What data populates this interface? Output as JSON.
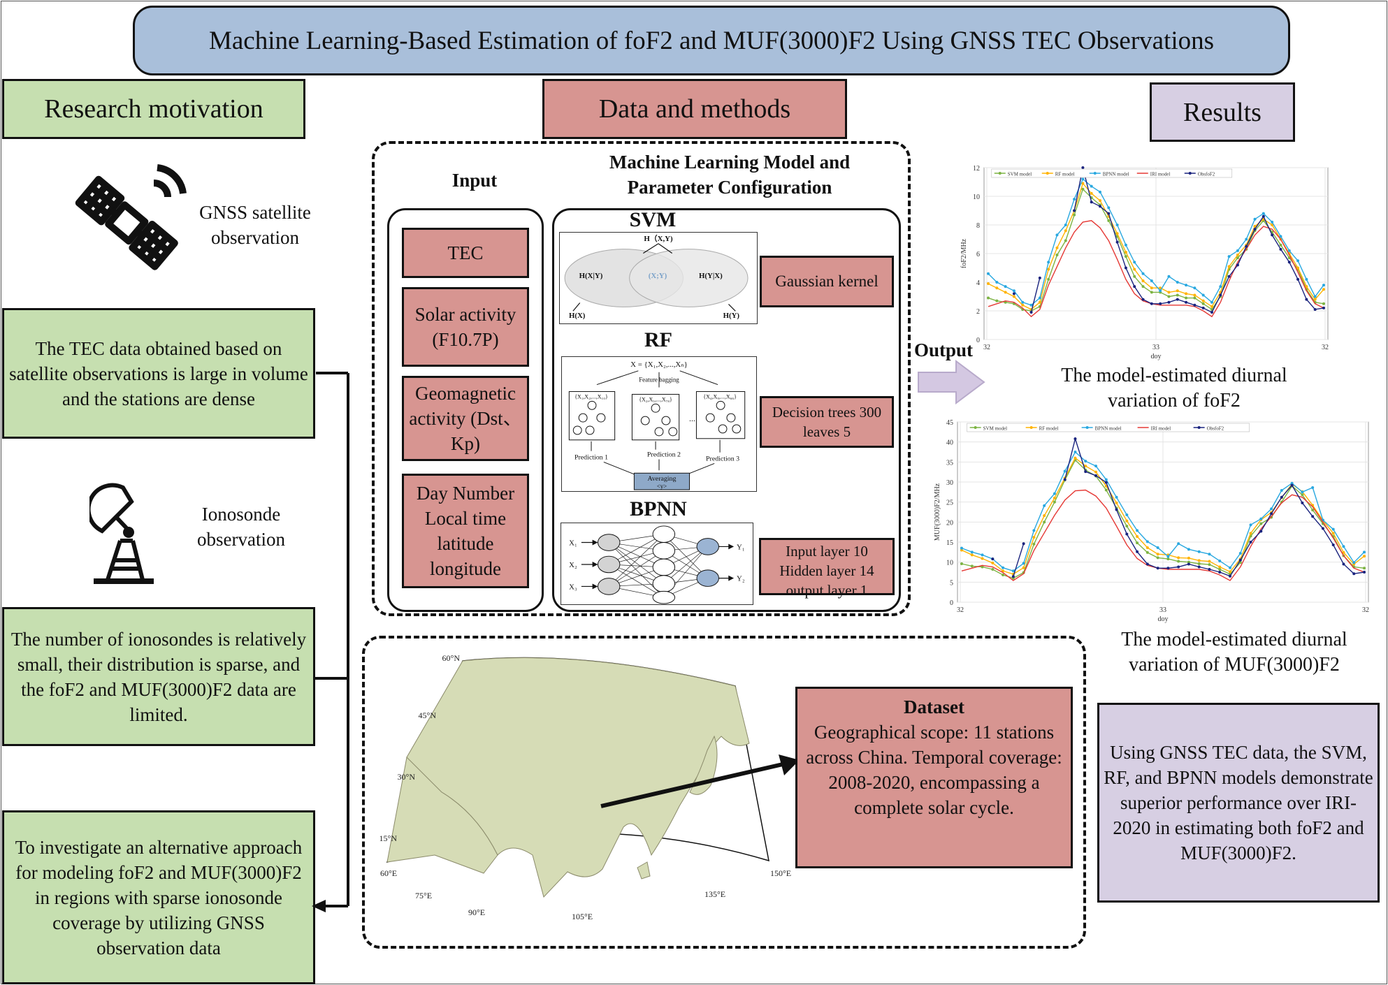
{
  "title": "Machine Learning-Based Estimation of foF2 and MUF(3000)F2 Using GNSS TEC Observations",
  "sections": {
    "motivation": "Research motivation",
    "methods": "Data and methods",
    "results": "Results"
  },
  "motivation": {
    "gnss_label": "GNSS satellite observation",
    "ionosonde_label": "Ionosonde observation",
    "box1": "The TEC data obtained based on satellite observations is large in volume and the stations are dense",
    "box2": "The number of ionosondes is relatively small, their distribution is sparse, and the foF2 and MUF(3000)F2 data are limited.",
    "box3": "To investigate an alternative approach for modeling foF2 and MUF(3000)F2 in regions with sparse ionosonde coverage by utilizing GNSS observation data"
  },
  "methods": {
    "input_title": "Input",
    "model_title": "Machine Learning Model and Parameter Configuration",
    "inputs": [
      "TEC",
      "Solar activity (F10.7P)",
      "Geomagnetic activity (Dst、Kp)",
      "Day Number Local time latitude longitude"
    ],
    "svm": {
      "name": "SVM",
      "param": "Gaussian kernel",
      "labels": [
        "H（X,Y)",
        "H(X|Y)",
        "(X;Y)",
        "H(Y|X)",
        "H(X)",
        "H(Y)"
      ]
    },
    "rf": {
      "name": "RF",
      "param": "Decision trees 300 leaves 5",
      "set_label": "X = {X₁,X₂,...,Xₙ}",
      "bagging": "Feature bagging",
      "subsets": [
        "{X₁,X₂,...,X₁₀}",
        "{X₂,X₅,...,X₇₈}",
        "{X₄,X₉,...,X₆₆}"
      ],
      "ellipsis": "...",
      "predictions": [
        "Prediction 1",
        "Prediction 2",
        "Prediction 3"
      ],
      "averaging": "Averaging",
      "avg_sub": "<y>"
    },
    "bpnn": {
      "name": "BPNN",
      "param_lines": [
        "Input layer 10",
        "Hidden layer  14",
        "output layer  1"
      ],
      "inputs": [
        "X₁",
        "X₂",
        "X₃"
      ],
      "outputs": [
        "Y₁",
        "Y₂"
      ]
    },
    "output_label": "Output",
    "dataset": {
      "title": "Dataset",
      "text": "Geographical scope: 11 stations across China. Temporal coverage: 2008-2020, encompassing a complete solar cycle."
    },
    "map": {
      "lat_labels": [
        "60°N",
        "45°N",
        "30°N",
        "15°N"
      ],
      "lon_labels": [
        "60°E",
        "75°E",
        "90°E",
        "105°E",
        "135°E",
        "150°E"
      ]
    }
  },
  "results": {
    "fof2_caption": "The model-estimated diurnal variation of foF2",
    "muf_caption": "The model-estimated diurnal variation of MUF(3000)F2",
    "conclusion": "Using GNSS TEC data, the SVM, RF, and BPNN models demonstrate superior performance over IRI-2020 in estimating both foF2 and MUF(3000)F2."
  },
  "colors": {
    "title_bg": "#a9bfda",
    "green": "#c6dfb0",
    "red": "#d79591",
    "purple": "#d7cfe3",
    "arrow": "#d4c8e2"
  },
  "chart_data": [
    {
      "type": "line",
      "ylabel": "foF2/MHz",
      "xlabel": "doy",
      "ylim": [
        0,
        12
      ],
      "yticks": [
        "0",
        "2",
        "4",
        "6",
        "8",
        "10",
        "12"
      ],
      "xtick_labels": [
        "32",
        "33",
        "32"
      ],
      "legend": "top",
      "series": [
        {
          "name": "SVM model",
          "color": "#7cb342",
          "values": [
            2.9,
            2.7,
            2.6,
            2.5,
            2.1,
            2.0,
            2.3,
            4.2,
            5.9,
            6.9,
            8.7,
            10.5,
            9.9,
            9.4,
            8.3,
            7.2,
            5.8,
            4.4,
            3.7,
            3.3,
            3.3,
            3.0,
            3.1,
            2.9,
            2.9,
            2.5,
            2.1,
            3.0,
            4.9,
            5.7,
            6.3,
            7.6,
            8.3,
            7.5,
            6.6,
            5.7,
            4.9,
            3.5,
            2.6,
            2.5
          ]
        },
        {
          "name": "RF model",
          "color": "#ffb300",
          "values": [
            3.9,
            3.6,
            3.3,
            3.0,
            2.4,
            2.1,
            2.6,
            4.9,
            6.4,
            7.6,
            9.0,
            10.9,
            10.2,
            9.7,
            8.6,
            7.4,
            6.1,
            4.9,
            4.1,
            3.6,
            3.6,
            3.3,
            3.4,
            3.2,
            3.1,
            2.7,
            2.3,
            3.3,
            5.1,
            5.9,
            6.6,
            7.9,
            8.4,
            8.0,
            7.0,
            6.0,
            5.0,
            3.7,
            2.8,
            3.5
          ]
        },
        {
          "name": "BPNN model",
          "color": "#29a8e0",
          "values": [
            4.6,
            4.0,
            3.7,
            3.4,
            2.6,
            2.4,
            2.9,
            5.4,
            7.3,
            8.0,
            9.8,
            11.2,
            10.7,
            10.3,
            9.2,
            8.0,
            6.6,
            5.4,
            4.6,
            4.1,
            3.4,
            4.4,
            4.0,
            3.8,
            3.6,
            3.1,
            2.6,
            3.7,
            5.8,
            6.2,
            7.0,
            8.4,
            8.8,
            8.2,
            7.2,
            6.2,
            5.5,
            4.2,
            3.0,
            3.8
          ]
        },
        {
          "name": "IRI model",
          "color": "#e53935",
          "values": [
            2.3,
            2.5,
            2.7,
            2.6,
            2.2,
            1.6,
            2.1,
            3.8,
            5.1,
            6.4,
            7.5,
            8.2,
            8.3,
            7.8,
            6.9,
            5.6,
            4.2,
            3.2,
            2.7,
            2.5,
            2.4,
            2.4,
            2.4,
            2.4,
            2.3,
            2.0,
            1.6,
            2.6,
            4.1,
            5.4,
            6.3,
            7.3,
            7.9,
            7.7,
            7.0,
            5.9,
            4.7,
            3.4,
            2.5,
            2.2
          ]
        },
        {
          "name": "ObsfoF2",
          "color": "#1a237e",
          "values": [
            null,
            null,
            null,
            3.2,
            null,
            1.9,
            4.3,
            null,
            null,
            null,
            9.0,
            12.0,
            9.6,
            9.3,
            8.8,
            6.8,
            5.0,
            3.7,
            2.8,
            2.5,
            2.5,
            2.6,
            2.8,
            2.6,
            2.4,
            2.2,
            1.9,
            3.1,
            4.4,
            5.2,
            6.5,
            7.7,
            8.6,
            7.3,
            6.3,
            5.4,
            4.2,
            2.8,
            2.1,
            2.2
          ]
        }
      ]
    },
    {
      "type": "line",
      "ylabel": "MUF(3000)F2/MHz",
      "xlabel": "doy",
      "ylim": [
        0,
        45
      ],
      "yticks": [
        "0",
        "5",
        "10",
        "15",
        "20",
        "25",
        "30",
        "35",
        "40",
        "45"
      ],
      "xtick_labels": [
        "32",
        "33",
        "32"
      ],
      "legend": "top",
      "series": [
        {
          "name": "SVM model",
          "color": "#7cb342",
          "values": [
            9.6,
            9.0,
            8.8,
            8.2,
            6.8,
            6.0,
            7.4,
            14.5,
            20.0,
            25.0,
            30.5,
            35.5,
            33.0,
            31.5,
            28.0,
            23.5,
            19.0,
            14.8,
            12.4,
            11.1,
            10.8,
            10.2,
            10.0,
            9.6,
            9.4,
            8.2,
            7.0,
            9.9,
            16.5,
            19.6,
            21.2,
            25.0,
            29.0,
            26.8,
            23.0,
            19.6,
            16.4,
            11.6,
            8.8,
            8.5
          ]
        },
        {
          "name": "RF model",
          "color": "#ffb300",
          "values": [
            13.0,
            11.8,
            10.9,
            9.8,
            7.8,
            7.0,
            8.6,
            16.2,
            21.6,
            26.0,
            31.0,
            36.0,
            34.0,
            32.5,
            29.0,
            24.8,
            20.3,
            16.4,
            13.6,
            12.0,
            11.8,
            11.1,
            11.0,
            10.4,
            10.2,
            8.8,
            7.6,
            10.8,
            17.2,
            20.6,
            22.4,
            26.1,
            29.5,
            27.6,
            24.2,
            20.4,
            17.2,
            12.4,
            9.5,
            11.5
          ]
        },
        {
          "name": "BPNN model",
          "color": "#29a8e0",
          "values": [
            13.5,
            12.5,
            11.8,
            10.8,
            8.6,
            7.8,
            9.7,
            17.9,
            24.1,
            27.1,
            32.7,
            37.5,
            35.2,
            34.0,
            30.6,
            26.2,
            21.8,
            17.9,
            15.1,
            13.6,
            11.4,
            14.6,
            13.2,
            12.6,
            12.0,
            10.3,
            8.6,
            12.2,
            19.3,
            20.8,
            23.3,
            27.9,
            29.7,
            27.5,
            28.6,
            20.5,
            18.2,
            13.9,
            9.9,
            12.5
          ]
        },
        {
          "name": "IRI model",
          "color": "#e53935",
          "values": [
            7.8,
            8.5,
            9.2,
            8.8,
            7.4,
            5.4,
            7.1,
            12.9,
            17.3,
            21.7,
            25.5,
            27.8,
            28.0,
            26.5,
            23.5,
            19.0,
            14.3,
            10.9,
            9.2,
            8.5,
            8.2,
            8.2,
            8.2,
            8.2,
            7.8,
            6.8,
            5.4,
            8.8,
            13.9,
            18.3,
            21.4,
            24.8,
            26.8,
            26.2,
            23.8,
            20.0,
            16.0,
            11.6,
            8.5,
            7.5
          ]
        },
        {
          "name": "ObsfoF2",
          "color": "#1a237e",
          "values": [
            null,
            null,
            null,
            10.8,
            null,
            6.4,
            14.6,
            null,
            null,
            null,
            30.6,
            40.8,
            32.6,
            31.6,
            29.9,
            23.1,
            17.0,
            12.6,
            9.5,
            8.5,
            8.5,
            8.8,
            9.5,
            8.8,
            8.2,
            7.5,
            6.5,
            10.5,
            15.0,
            17.7,
            22.1,
            26.2,
            29.2,
            24.8,
            21.4,
            18.4,
            14.3,
            9.5,
            7.1,
            7.5
          ]
        }
      ]
    }
  ]
}
